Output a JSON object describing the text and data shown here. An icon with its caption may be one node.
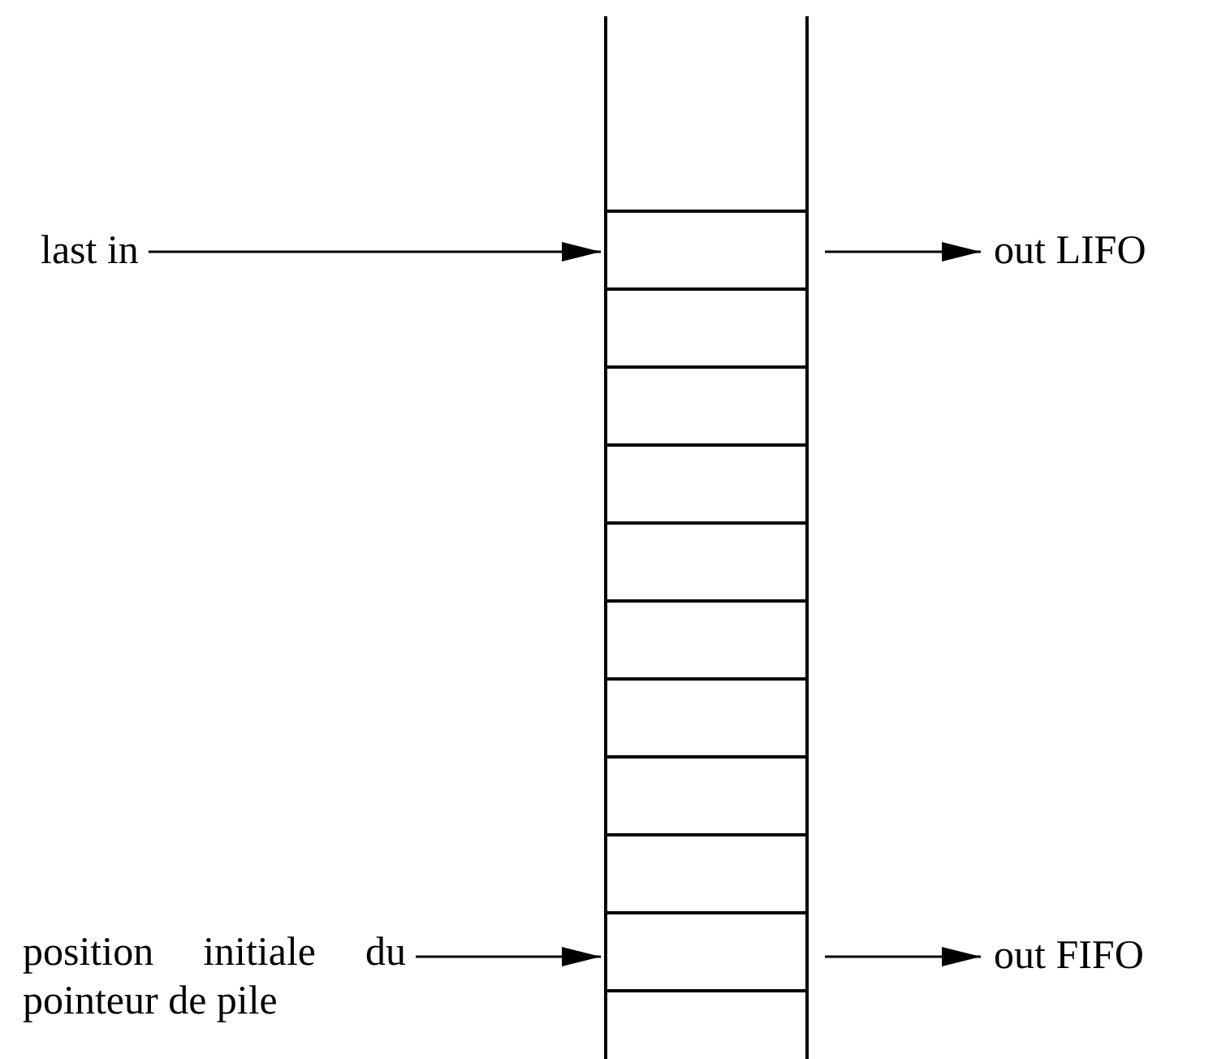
{
  "diagram": {
    "nodes": [
      {
        "text": [
          "last in"
        ]
      },
      {
        "text": [
          "out LIFO"
        ]
      },
      {
        "text": [
          "position initiale du pointeur de pile"
        ]
      },
      {
        "text": [
          "out FIFO"
        ]
      },
      {
        "text": [],
        "shape": "box"
      },
      {
        "text": [],
        "shape": "box",
        "in": 4
      },
      {
        "text": [],
        "shape": "box",
        "in": 4
      },
      {
        "text": [],
        "shape": "box",
        "in": 4
      },
      {
        "text": [],
        "shape": "box",
        "in": 4
      },
      {
        "text": [],
        "shape": "box",
        "in": 4
      },
      {
        "text": [],
        "shape": "box",
        "in": 4
      },
      {
        "text": [],
        "shape": "box",
        "in": 4
      },
      {
        "text": [],
        "shape": "box",
        "in": 4
      },
      {
        "text": [],
        "shape": "box",
        "in": 4
      },
      {
        "text": [],
        "shape": "box",
        "in": 4
      }
    ],
    "edges": [
      {
        "from": 0,
        "to": 5,
        "arrow": "to"
      },
      {
        "from": 5,
        "to": 1,
        "arrow": "to"
      },
      {
        "from": 2,
        "to": 14,
        "arrow": "to"
      },
      {
        "from": 14,
        "to": 3,
        "arrow": "to"
      }
    ]
  }
}
